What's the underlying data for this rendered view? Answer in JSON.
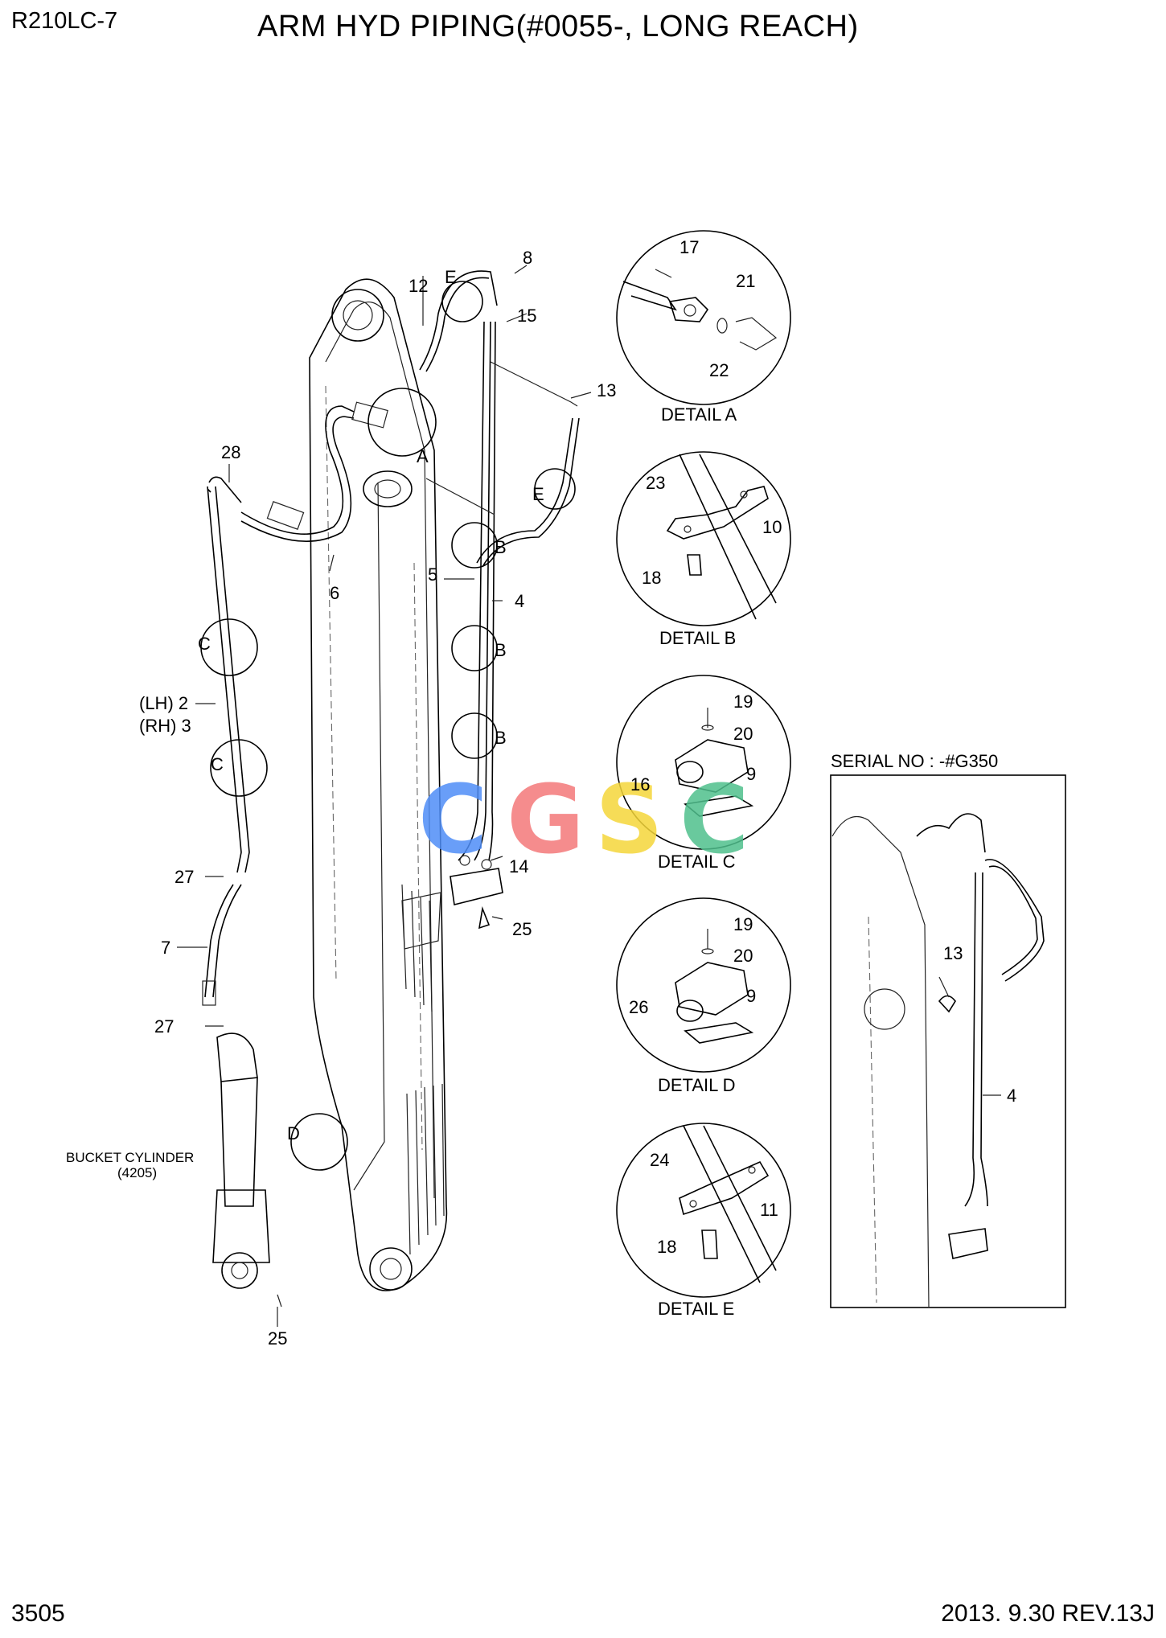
{
  "header": {
    "model": "R210LC-7",
    "title": "ARM HYD PIPING(#0055-, LONG REACH)"
  },
  "footer": {
    "page_number": "3505",
    "revision": "2013. 9.30  REV.13J"
  },
  "watermark": {
    "letters": [
      "C",
      "G",
      "S",
      "C"
    ],
    "colors": [
      "#4f8ef7",
      "#f4797a",
      "#f5d63a",
      "#4fc08d"
    ]
  },
  "main_view": {
    "part_labels": {
      "p2_3_lh": "(LH) 2",
      "p2_3_rh": "(RH) 3",
      "p4": "4",
      "p5": "5",
      "p6": "6",
      "p7": "7",
      "p8": "8",
      "p12": "12",
      "p13": "13",
      "p14": "14",
      "p15": "15",
      "p25_top": "25",
      "p25_bottom": "25",
      "p27_top": "27",
      "p27_bottom": "27",
      "p28": "28"
    },
    "detail_callouts": {
      "a": "A",
      "b1": "B",
      "b2": "B",
      "b3": "B",
      "c1": "C",
      "c2": "C",
      "d": "D",
      "e1": "E",
      "e2": "E"
    },
    "bucket_cylinder_label": "BUCKET CYLINDER",
    "bucket_cylinder_code": "(4205)"
  },
  "details": [
    {
      "caption": "DETAIL A",
      "parts": [
        "17",
        "21",
        "22"
      ]
    },
    {
      "caption": "DETAIL B",
      "parts": [
        "23",
        "10",
        "18"
      ]
    },
    {
      "caption": "DETAIL C",
      "parts": [
        "19",
        "20",
        "16",
        "9"
      ]
    },
    {
      "caption": "DETAIL D",
      "parts": [
        "19",
        "20",
        "26",
        "9"
      ]
    },
    {
      "caption": "DETAIL E",
      "parts": [
        "24",
        "11",
        "18"
      ]
    }
  ],
  "serial_box": {
    "title": "SERIAL NO : -#G350",
    "parts": [
      "13",
      "4"
    ]
  }
}
